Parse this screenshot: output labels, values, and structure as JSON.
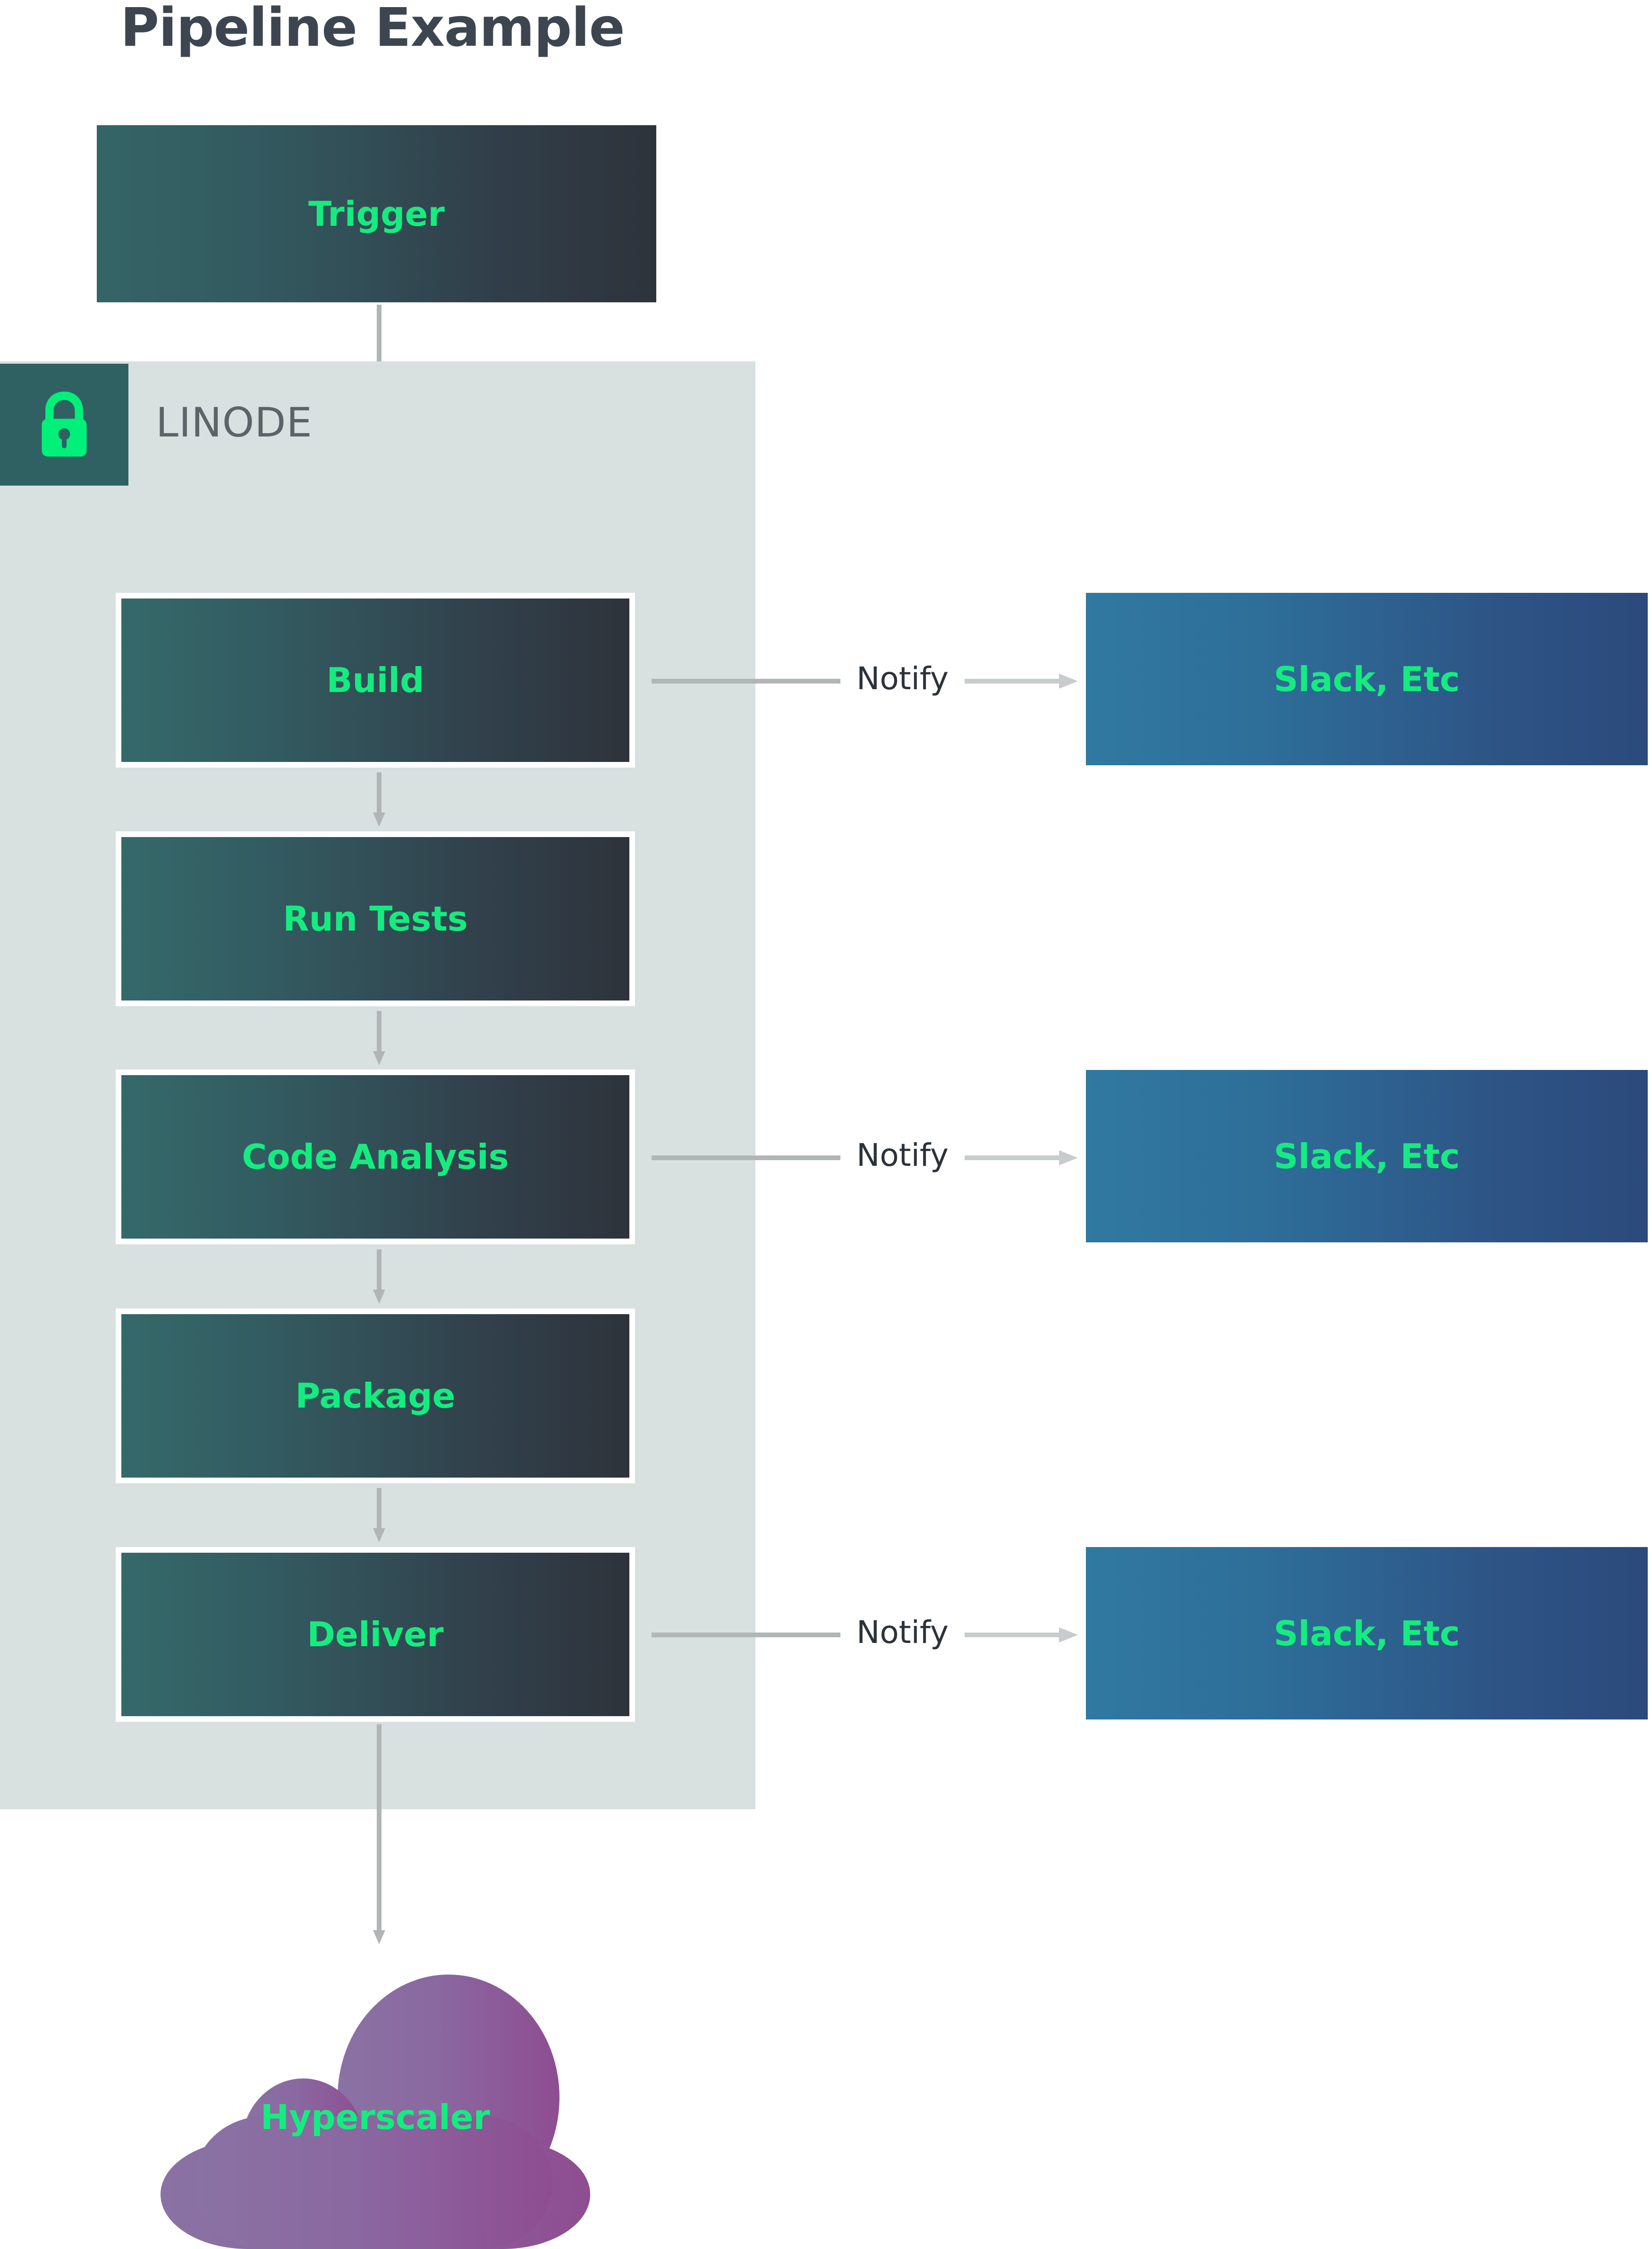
{
  "title": "Pipeline Example",
  "colors": {
    "accent_green": "#15ec80",
    "panel_bg": "#d8e0e0",
    "lock_square": "#2f6163",
    "title_text": "#3d4650",
    "arrow_gray": "#b1b5b5",
    "stage_gradient_from": "#35696a",
    "stage_gradient_to": "#2e333b",
    "slack_gradient_from": "#3079a0",
    "slack_gradient_to": "#2c4a7c",
    "cloud_gradient_from": "#8a71a3",
    "cloud_gradient_to": "#8e4d91"
  },
  "trigger": {
    "label": "Trigger"
  },
  "zone": {
    "label": "LINODE",
    "icon": "lock-icon"
  },
  "stages": [
    {
      "label": "Build"
    },
    {
      "label": "Run Tests"
    },
    {
      "label": "Code Analysis"
    },
    {
      "label": "Package"
    },
    {
      "label": "Deliver"
    }
  ],
  "notifications": [
    {
      "edge_label": "Notify",
      "target_label": "Slack, Etc"
    },
    {
      "edge_label": "Notify",
      "target_label": "Slack, Etc"
    },
    {
      "edge_label": "Notify",
      "target_label": "Slack, Etc"
    }
  ],
  "cloud": {
    "label": "Hyperscaler"
  }
}
